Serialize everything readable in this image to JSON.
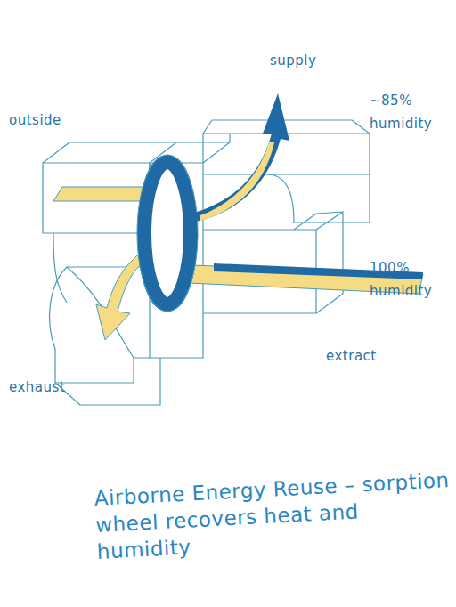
{
  "diagram": {
    "caption": "Airborne Energy Reuse – sorption wheel recovers heat and humidity",
    "labels": [
      "supply",
      "~85% humidity",
      "outside",
      "100% humidity",
      "extract",
      "exhaust"
    ]
  }
}
